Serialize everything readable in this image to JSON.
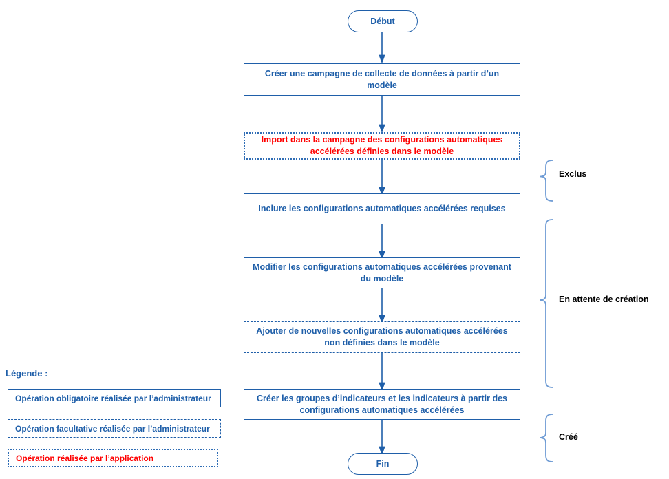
{
  "diagram": {
    "type": "flowchart",
    "title": "",
    "colors": {
      "node_border": "#1f5fa9",
      "node_text": "#1f5fa9",
      "application_text": "#ff0000",
      "bracket": "#6e9bd4",
      "bracket_label": "#000000",
      "background": "#ffffff"
    },
    "nodes": [
      {
        "id": "start",
        "shape": "terminal",
        "style": "solid",
        "label": "Début"
      },
      {
        "id": "creer-campagne",
        "shape": "rectangle",
        "style": "solid",
        "label": "Créer une campagne de collecte de données à partir d’un modèle"
      },
      {
        "id": "import-config",
        "shape": "rectangle",
        "style": "dotted",
        "label": "Import dans la campagne des configurations automatiques accélérées définies dans le modèle"
      },
      {
        "id": "inclure-config",
        "shape": "rectangle",
        "style": "solid",
        "label": "Inclure les configurations automatiques accélérées requises"
      },
      {
        "id": "modifier-config",
        "shape": "rectangle",
        "style": "solid",
        "label": "Modifier les configurations automatiques accélérées provenant du modèle"
      },
      {
        "id": "ajouter-config",
        "shape": "rectangle",
        "style": "dashed",
        "label": "Ajouter de nouvelles configurations automatiques accélérées non définies dans le modèle"
      },
      {
        "id": "creer-indicateurs",
        "shape": "rectangle",
        "style": "solid",
        "label": "Créer les groupes d’indicateurs et les indicateurs à partir des configurations automatiques accélérées"
      },
      {
        "id": "end",
        "shape": "terminal",
        "style": "solid",
        "label": "Fin"
      }
    ],
    "brackets": [
      {
        "id": "exclus",
        "label": "Exclus"
      },
      {
        "id": "attente",
        "label": "En attente de création"
      },
      {
        "id": "cree",
        "label": "Créé"
      }
    ]
  },
  "legend": {
    "title": "Légende :",
    "items": [
      {
        "style": "solid",
        "label": "Opération obligatoire réalisée par l’administrateur"
      },
      {
        "style": "dashed",
        "label": "Opération facultative réalisée par l’administrateur"
      },
      {
        "style": "dotted",
        "label": "Opération réalisée par l’application"
      }
    ]
  }
}
